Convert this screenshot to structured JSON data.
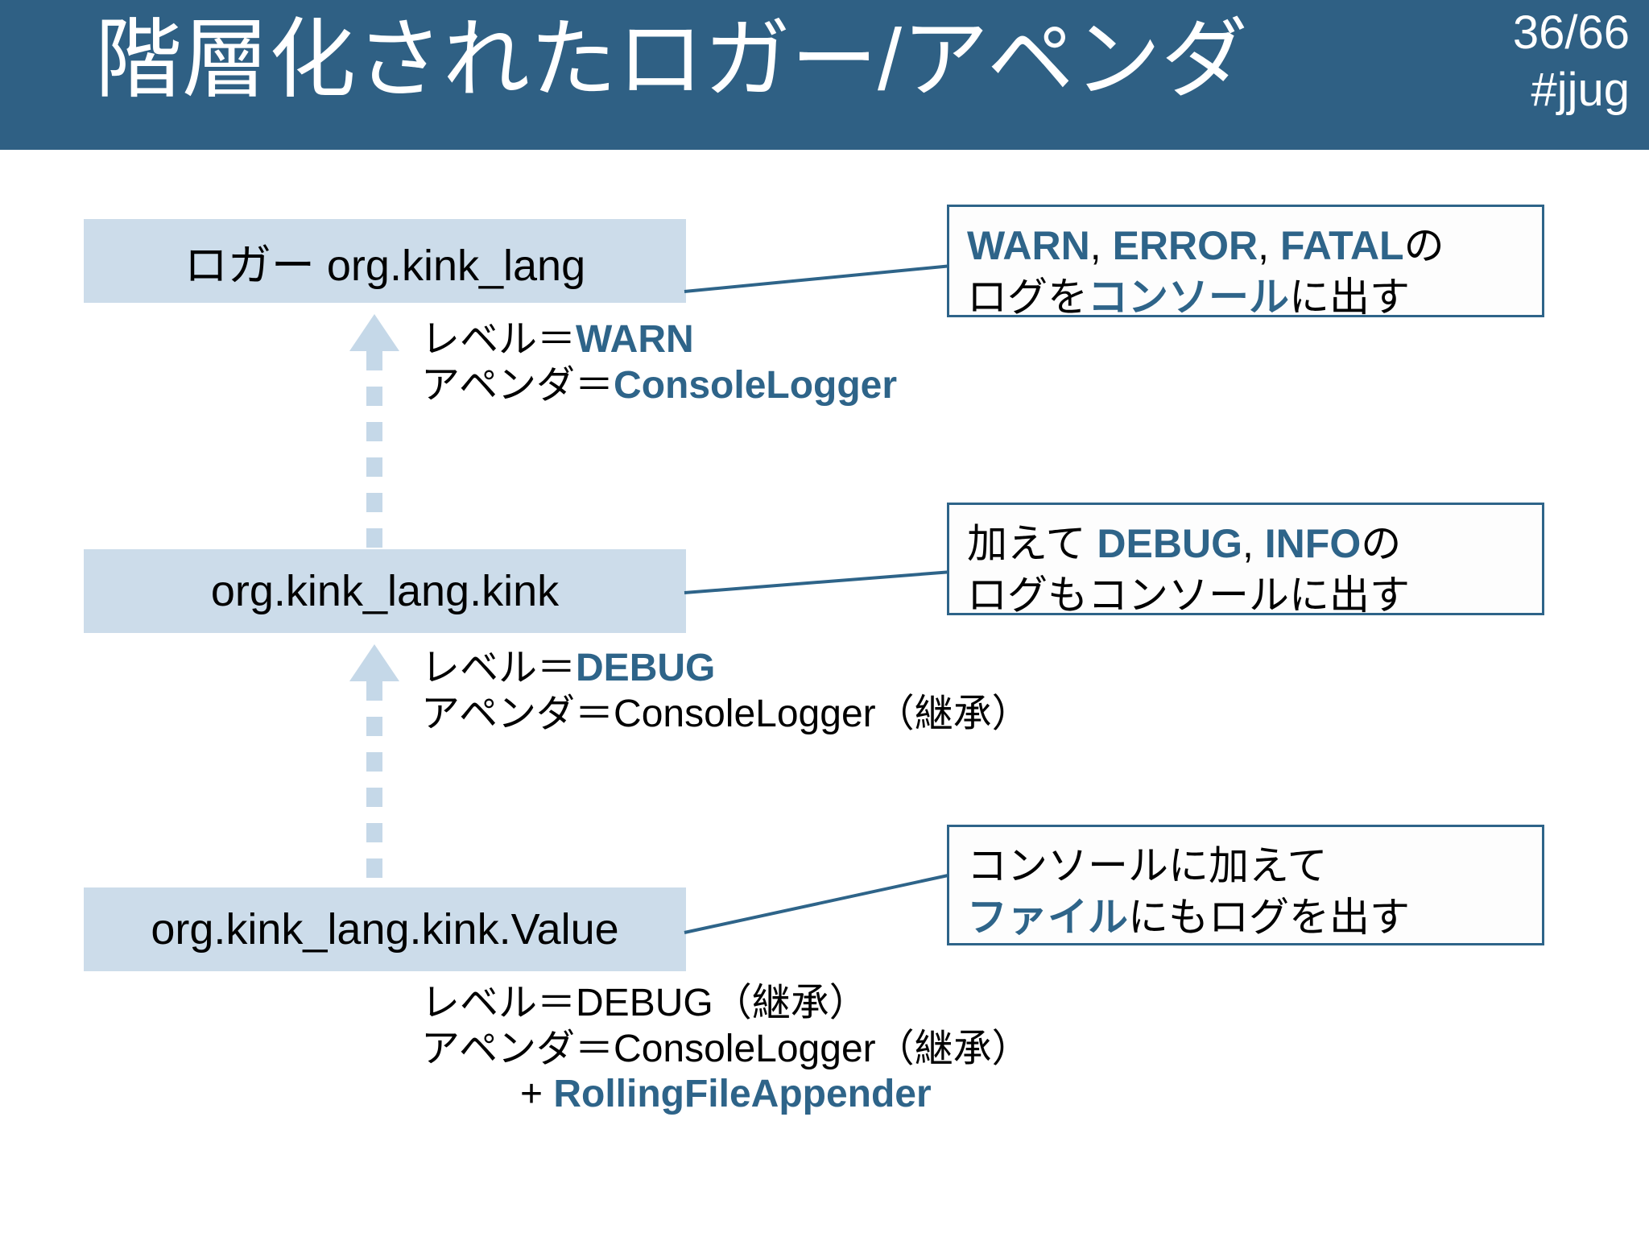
{
  "header": {
    "title": "階層化されたロガー/アペンダ",
    "page_number": "36/66",
    "hashtag": "#jjug",
    "background_color": "#2f6084",
    "text_color": "#ffffff"
  },
  "colors": {
    "box_fill": "#ccdcea",
    "accent_blue": "#2e6489",
    "arrow_blue": "#c5d8e8",
    "callout_border": "#2e6489"
  },
  "loggers": [
    {
      "name": "logger-root",
      "label": "ロガー  org.kink_lang",
      "config": {
        "level_label": "レベル＝",
        "level_value": "WARN",
        "level_value_highlighted": true,
        "level_suffix": "",
        "appender_label": "アペンダ＝",
        "appender_value": "ConsoleLogger",
        "appender_value_highlighted": true,
        "appender_suffix": ""
      },
      "callout": {
        "line1": [
          {
            "text": "WARN",
            "style": "accent"
          },
          {
            "text": ", ",
            "style": "plain"
          },
          {
            "text": "ERROR",
            "style": "accent"
          },
          {
            "text": ", ",
            "style": "plain"
          },
          {
            "text": "FATAL",
            "style": "accent"
          },
          {
            "text": "の",
            "style": "plain"
          }
        ],
        "line2": [
          {
            "text": "ログを",
            "style": "plain"
          },
          {
            "text": "コンソール",
            "style": "accent"
          },
          {
            "text": "に出す",
            "style": "plain"
          }
        ]
      }
    },
    {
      "name": "logger-kink",
      "label": "org.kink_lang.kink",
      "config": {
        "level_label": "レベル＝",
        "level_value": "DEBUG",
        "level_value_highlighted": true,
        "level_suffix": "",
        "appender_label": "アペンダ＝",
        "appender_value": "ConsoleLogger",
        "appender_value_highlighted": false,
        "appender_suffix": "（継承）"
      },
      "callout": {
        "line1": [
          {
            "text": "加えて ",
            "style": "plain"
          },
          {
            "text": "DEBUG",
            "style": "accent"
          },
          {
            "text": ", ",
            "style": "plain"
          },
          {
            "text": "INFO",
            "style": "accent"
          },
          {
            "text": "の",
            "style": "plain"
          }
        ],
        "line2": [
          {
            "text": "ログもコンソールに出す",
            "style": "plain"
          }
        ]
      }
    },
    {
      "name": "logger-value",
      "label": "org.kink_lang.kink.Value",
      "config": {
        "level_label": "レベル＝",
        "level_value": "DEBUG",
        "level_value_highlighted": false,
        "level_suffix": "（継承）",
        "appender_label": "アペンダ＝",
        "appender_value": "ConsoleLogger",
        "appender_value_highlighted": false,
        "appender_suffix": "（継承）",
        "extra_prefix": "+ ",
        "extra_value": "RollingFileAppender",
        "extra_value_highlighted": true
      },
      "callout": {
        "line1": [
          {
            "text": "コンソールに加えて",
            "style": "plain"
          }
        ],
        "line2": [
          {
            "text": "ファイル",
            "style": "accent"
          },
          {
            "text": "にもログを出す",
            "style": "plain"
          }
        ]
      }
    }
  ],
  "arrows": [
    {
      "name": "inherit-arrow-kink-to-root",
      "direction": "up"
    },
    {
      "name": "inherit-arrow-value-to-kink",
      "direction": "up"
    }
  ]
}
